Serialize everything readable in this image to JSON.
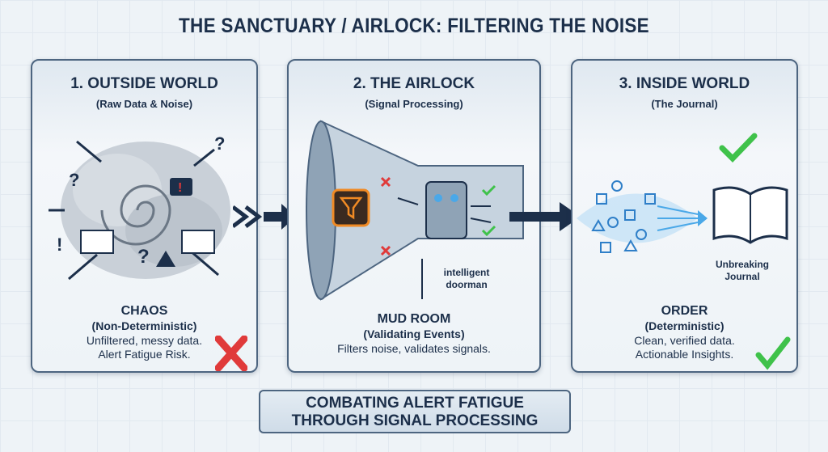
{
  "title": "THE SANCTUARY / AIRLOCK: FILTERING THE NOISE",
  "panels": [
    {
      "heading": "1. OUTSIDE WORLD",
      "subheading": "(Raw Data & Noise)",
      "footer_title": "CHAOS",
      "footer_subtitle": "(Non-Deterministic)",
      "footer_lines": [
        "Unfiltered, messy data.",
        "Alert Fatigue Risk."
      ],
      "status_icon": "red-x-icon"
    },
    {
      "heading": "2. THE AIRLOCK",
      "subheading": "(Signal Processing)",
      "callout": [
        "intelligent",
        "doorman"
      ],
      "footer_title": "MUD ROOM",
      "footer_subtitle": "(Validating Events)",
      "footer_lines": [
        "Filters noise, validates signals."
      ]
    },
    {
      "heading": "3. INSIDE WORLD",
      "subheading": "(The Journal)",
      "callout": [
        "Unbreaking",
        "Journal"
      ],
      "footer_title": "ORDER",
      "footer_subtitle": "(Deterministic)",
      "footer_lines": [
        "Clean, verified data.",
        "Actionable Insights."
      ],
      "status_icon": "green-check-icon"
    }
  ],
  "banner": [
    "COMBATING ALERT FATIGUE",
    "THROUGH SIGNAL PROCESSING"
  ],
  "colors": {
    "navy": "#1c2f4a",
    "red": "#e03a3a",
    "green": "#3fc24a",
    "orange": "#f08a24",
    "blue": "#4aa8e8"
  }
}
